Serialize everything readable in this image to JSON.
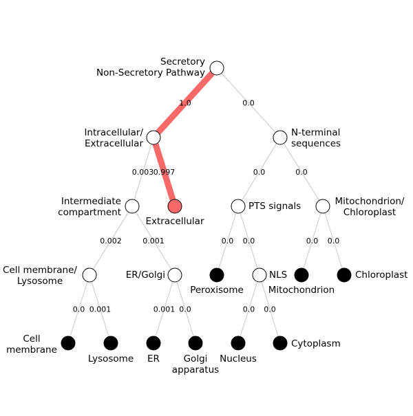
{
  "colors": {
    "background": "#ffffff",
    "edge": "#c8c8c8",
    "highlight_edge": "#f86a6a",
    "highlight_node": "#f86a6a",
    "internal_node": "#ffffff",
    "leaf_node": "#000000",
    "node_stroke": "#000000"
  },
  "tree": {
    "nodes": [
      {
        "id": "root",
        "kind": "internal",
        "label_lines": [
          "Secretory",
          "Non-Secretory Pathway"
        ]
      },
      {
        "id": "intra_extra",
        "kind": "internal",
        "label_lines": [
          "Intracellular/",
          "Extracellular"
        ]
      },
      {
        "id": "nterm",
        "kind": "internal",
        "label_lines": [
          "N-terminal",
          "sequences"
        ]
      },
      {
        "id": "intermediate",
        "kind": "internal",
        "label_lines": [
          "Intermediate",
          "compartment"
        ]
      },
      {
        "id": "extracellular",
        "kind": "highlight",
        "label_lines": [
          "Extracellular"
        ]
      },
      {
        "id": "pts",
        "kind": "internal",
        "label_lines": [
          "PTS signals"
        ]
      },
      {
        "id": "mito_chloro",
        "kind": "internal",
        "label_lines": [
          "Mitochondrion/",
          "Chloroplast"
        ]
      },
      {
        "id": "cellmem_lyso",
        "kind": "internal",
        "label_lines": [
          "Cell membrane/",
          "Lysosome"
        ]
      },
      {
        "id": "er_golgi",
        "kind": "internal",
        "label_lines": [
          "ER/Golgi"
        ]
      },
      {
        "id": "peroxisome",
        "kind": "leaf",
        "label_lines": [
          "Peroxisome"
        ]
      },
      {
        "id": "nls",
        "kind": "internal",
        "label_lines": [
          "NLS"
        ]
      },
      {
        "id": "mitochondrion",
        "kind": "leaf",
        "label_lines": [
          "Mitochondrion"
        ]
      },
      {
        "id": "chloroplast",
        "kind": "leaf",
        "label_lines": [
          "Chloroplast"
        ]
      },
      {
        "id": "cell_membrane",
        "kind": "leaf",
        "label_lines": [
          "Cell",
          "membrane"
        ]
      },
      {
        "id": "lysosome",
        "kind": "leaf",
        "label_lines": [
          "Lysosome"
        ]
      },
      {
        "id": "er",
        "kind": "leaf",
        "label_lines": [
          "ER"
        ]
      },
      {
        "id": "golgi",
        "kind": "leaf",
        "label_lines": [
          "Golgi",
          "apparatus"
        ]
      },
      {
        "id": "nucleus",
        "kind": "leaf",
        "label_lines": [
          "Nucleus"
        ]
      },
      {
        "id": "cytoplasm",
        "kind": "leaf",
        "label_lines": [
          "Cytoplasm"
        ]
      }
    ],
    "edges": [
      {
        "from": "root",
        "to": "intra_extra",
        "value": "1.0",
        "highlight": true
      },
      {
        "from": "root",
        "to": "nterm",
        "value": "0.0",
        "highlight": false
      },
      {
        "from": "intra_extra",
        "to": "intermediate",
        "value": "0.003",
        "highlight": false
      },
      {
        "from": "intra_extra",
        "to": "extracellular",
        "value": "0.997",
        "highlight": true
      },
      {
        "from": "nterm",
        "to": "pts",
        "value": "0.0",
        "highlight": false
      },
      {
        "from": "nterm",
        "to": "mito_chloro",
        "value": "0.0",
        "highlight": false
      },
      {
        "from": "intermediate",
        "to": "cellmem_lyso",
        "value": "0.002",
        "highlight": false
      },
      {
        "from": "intermediate",
        "to": "er_golgi",
        "value": "0.001",
        "highlight": false
      },
      {
        "from": "pts",
        "to": "peroxisome",
        "value": "0.0",
        "highlight": false
      },
      {
        "from": "pts",
        "to": "nls",
        "value": "0.0",
        "highlight": false
      },
      {
        "from": "mito_chloro",
        "to": "mitochondrion",
        "value": "0.0",
        "highlight": false
      },
      {
        "from": "mito_chloro",
        "to": "chloroplast",
        "value": "0.0",
        "highlight": false
      },
      {
        "from": "cellmem_lyso",
        "to": "cell_membrane",
        "value": "0.0",
        "highlight": false
      },
      {
        "from": "cellmem_lyso",
        "to": "lysosome",
        "value": "0.001",
        "highlight": false
      },
      {
        "from": "er_golgi",
        "to": "er",
        "value": "0.001",
        "highlight": false
      },
      {
        "from": "er_golgi",
        "to": "golgi",
        "value": "0.0",
        "highlight": false
      },
      {
        "from": "nls",
        "to": "nucleus",
        "value": "0.0",
        "highlight": false
      },
      {
        "from": "nls",
        "to": "cytoplasm",
        "value": "0.0",
        "highlight": false
      }
    ]
  }
}
